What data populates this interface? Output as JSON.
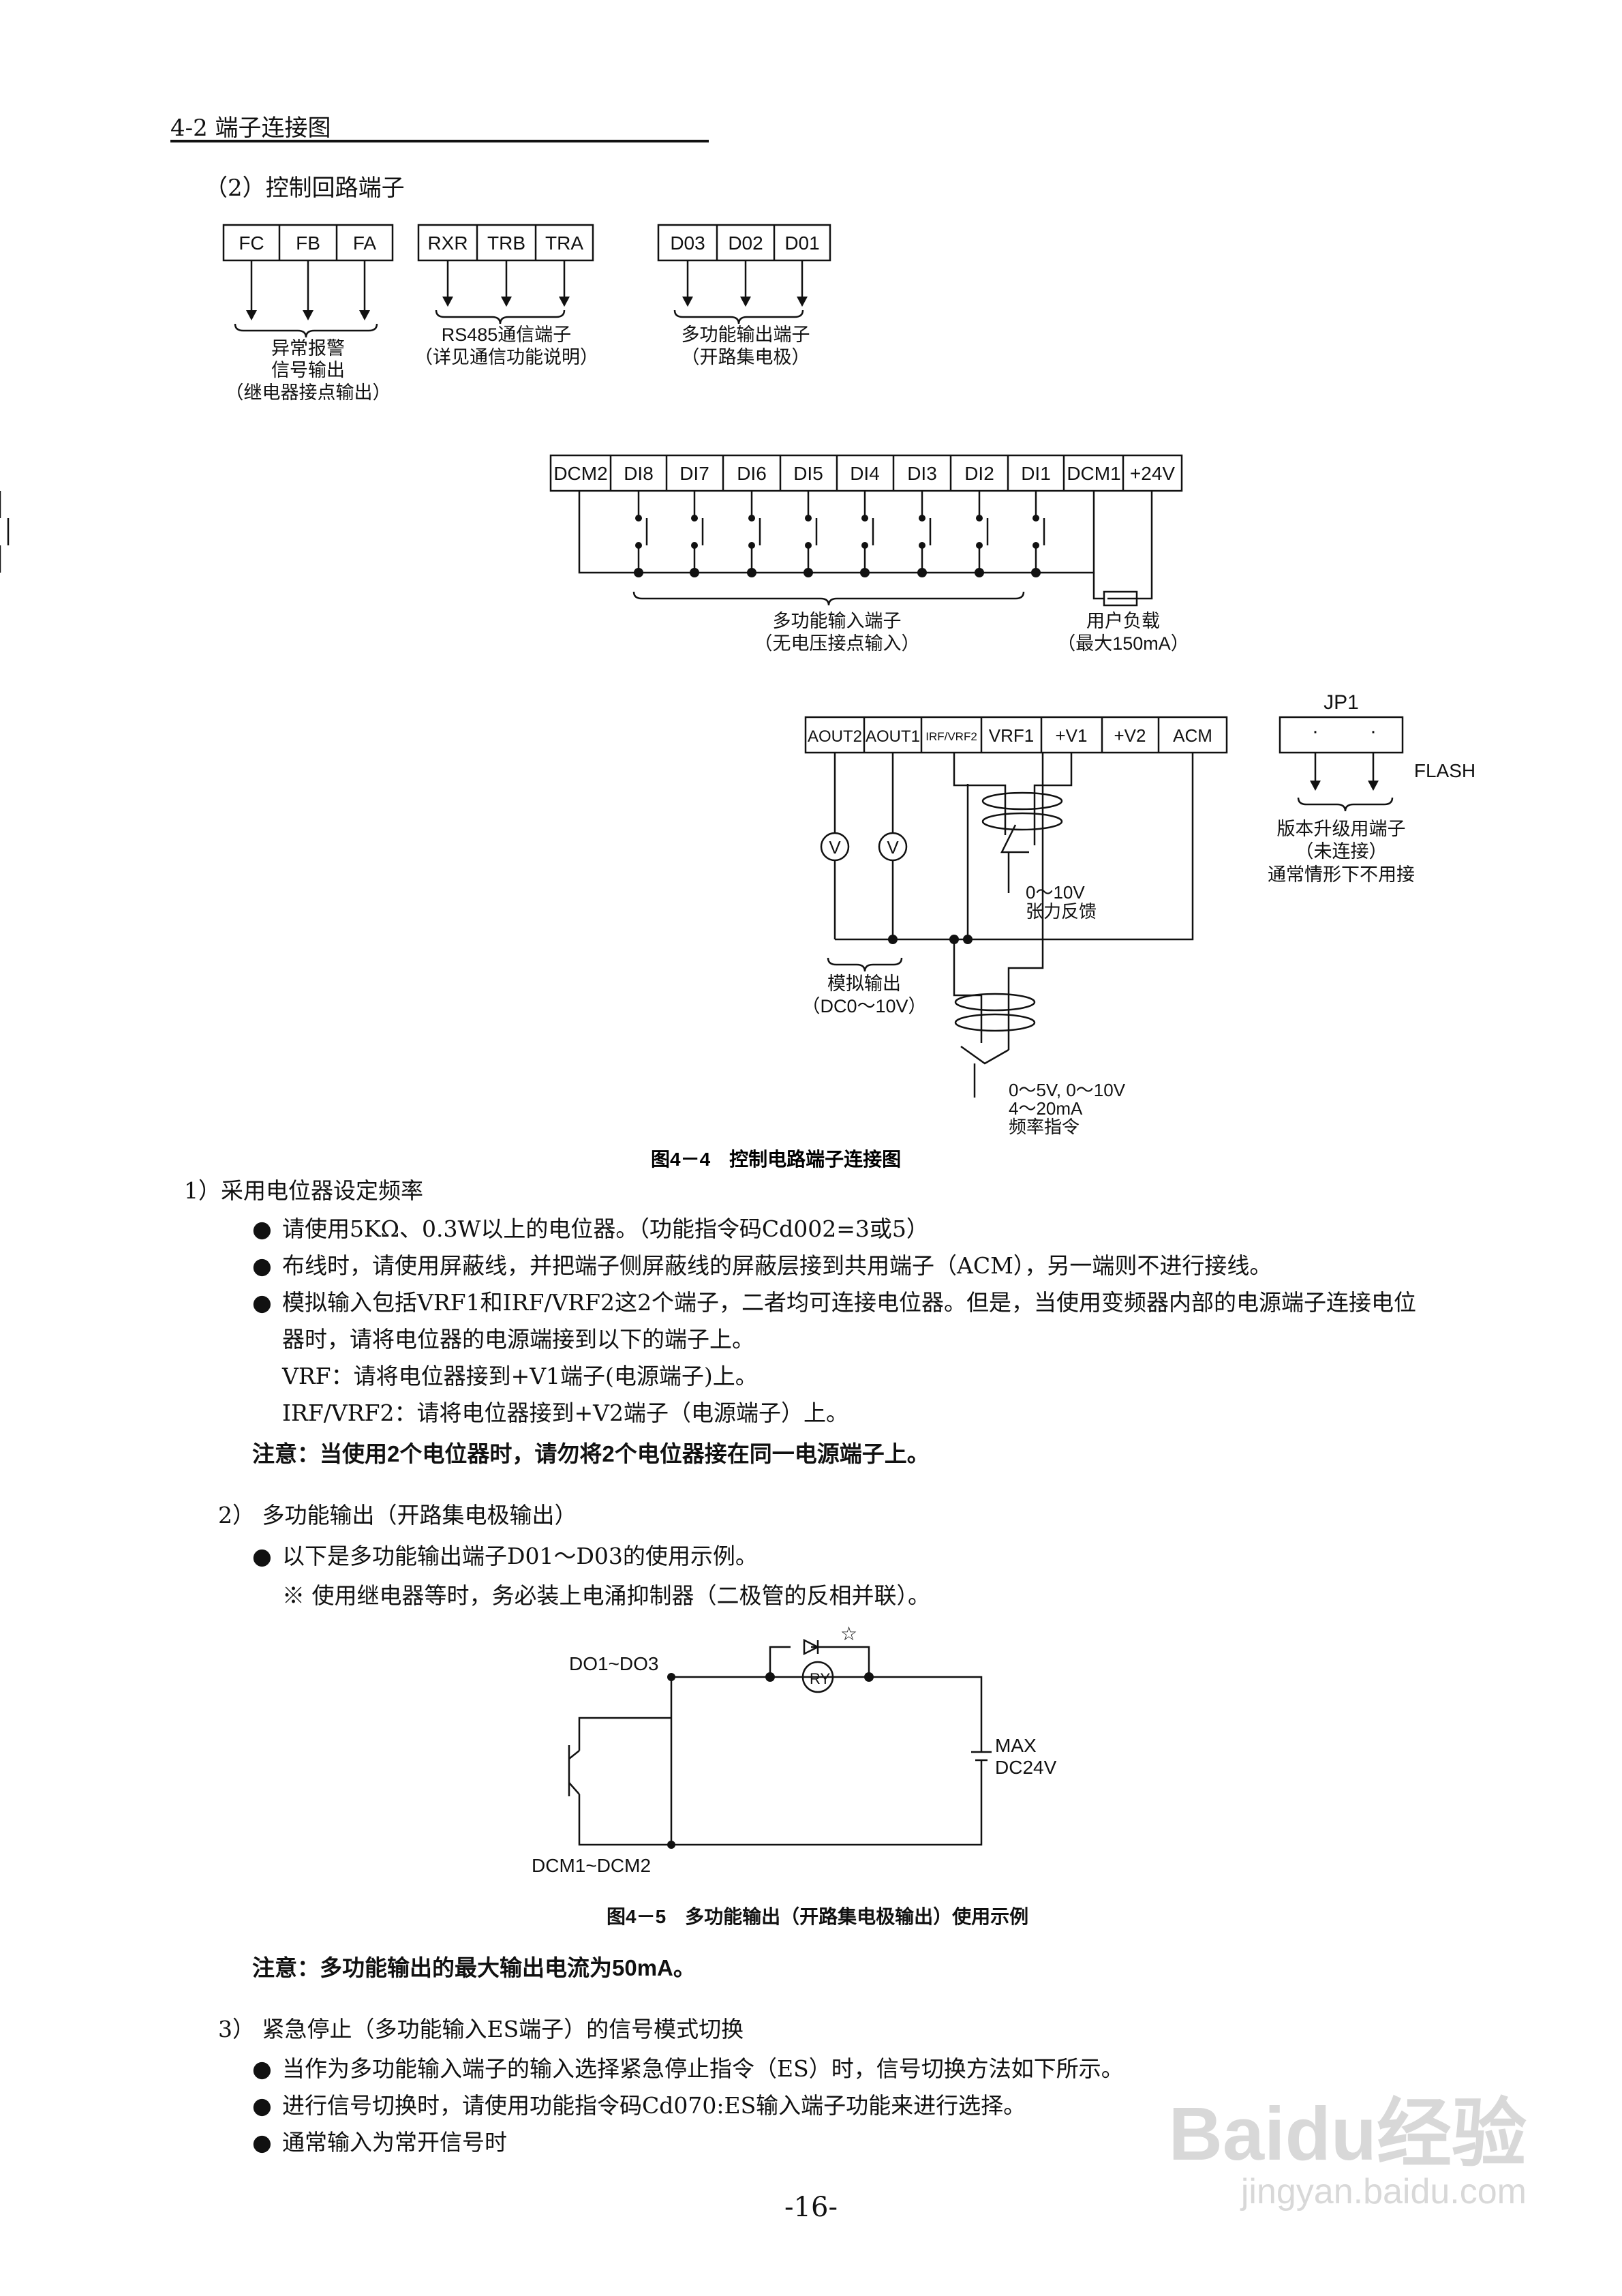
{
  "section": {
    "title": "4-2 端子连接图",
    "subtitle": "（2）控制回路端子"
  },
  "groups": {
    "alarm": {
      "terms": [
        "FC",
        "FB",
        "FA"
      ],
      "desc": [
        "异常报警",
        "信号输出",
        "（继电器接点输出）"
      ]
    },
    "rs485": {
      "terms": [
        "RXR",
        "TRB",
        "TRA"
      ],
      "desc": [
        "RS485通信端子",
        "（详见通信功能说明）"
      ]
    },
    "dout": {
      "terms": [
        "D03",
        "D02",
        "D01"
      ],
      "desc": [
        "多功能输出端子",
        "（开路集电极）"
      ]
    }
  },
  "input_block": {
    "terms": [
      "DCM2",
      "DI8",
      "DI7",
      "DI6",
      "DI5",
      "DI4",
      "DI3",
      "DI2",
      "DI1",
      "DCM1",
      "+24V"
    ],
    "desc": [
      "多功能输入端子",
      "（无电压接点输入）"
    ],
    "load": [
      "用户负载",
      "（最大150mA）"
    ]
  },
  "analog_block": {
    "terms": [
      "AOUT2",
      "AOUT1",
      "IRF/VRF2",
      "VRF1",
      "+V1",
      "+V2",
      "ACM"
    ],
    "meter": "V",
    "out_desc": [
      "模拟输出",
      "（DC0～10V）"
    ],
    "tension": [
      "0～10V",
      "张力反馈"
    ],
    "freq": [
      "0～5V, 0～10V",
      "4～20mA",
      "频率指令"
    ]
  },
  "jp1": {
    "title": "JP1",
    "dots": [
      "·",
      "·"
    ],
    "label": "FLASH",
    "desc": [
      "版本升级用端子",
      "（未连接）",
      "通常情形下不用接"
    ]
  },
  "fig1_caption": "图4－4　控制电路端子连接图",
  "s1": {
    "title": "1）采用电位器设定频率",
    "bullets": [
      "请使用5KΩ、0.3W以上的电位器。（功能指令码Cd002=3或5）",
      "布线时，请使用屏蔽线，并把端子侧屏蔽线的屏蔽层接到共用端子（ACM），另一端则不进行接线。",
      "模拟输入包括VRF1和IRF/VRF2这2个端子，二者均可连接电位器。但是，当使用变频器内部的电源端子连接电位",
      "器时，请将电位器的电源端接到以下的端子上。",
      "VRF：请将电位器接到+V1端子(电源端子)上。",
      "IRF/VRF2：请将电位器接到+V2端子（电源端子）上。"
    ],
    "note": "注意：当使用2个电位器时，请勿将2个电位器接在同一电源端子上。"
  },
  "s2": {
    "title": "2）  多功能输出（开路集电极输出）",
    "bullets": [
      "以下是多功能输出端子D01～D03的使用示例。",
      "※ 使用继电器等时，务必装上电涌抑制器（二极管的反相并联）。"
    ]
  },
  "fig2": {
    "do": "DO1~DO3",
    "dcm": "DCM1~DCM2",
    "ry": "RY",
    "star": "☆",
    "max": "MAX",
    "dc": "DC24V"
  },
  "fig2_caption": "图4－5　多功能输出（开路集电极输出）使用示例",
  "note2": "注意：多功能输出的最大输出电流为50mA。",
  "s3": {
    "title": "3）  紧急停止（多功能输入ES端子）的信号模式切换",
    "bullets": [
      "当作为多功能输入端子的输入选择紧急停止指令（ES）时，信号切换方法如下所示。",
      "进行信号切换时，请使用功能指令码Cd070:ES输入端子功能来进行选择。",
      "通常输入为常开信号时"
    ]
  },
  "page_number": "-16-",
  "watermark": {
    "logo": "Baidu经验",
    "url": "jingyan.baidu.com"
  }
}
